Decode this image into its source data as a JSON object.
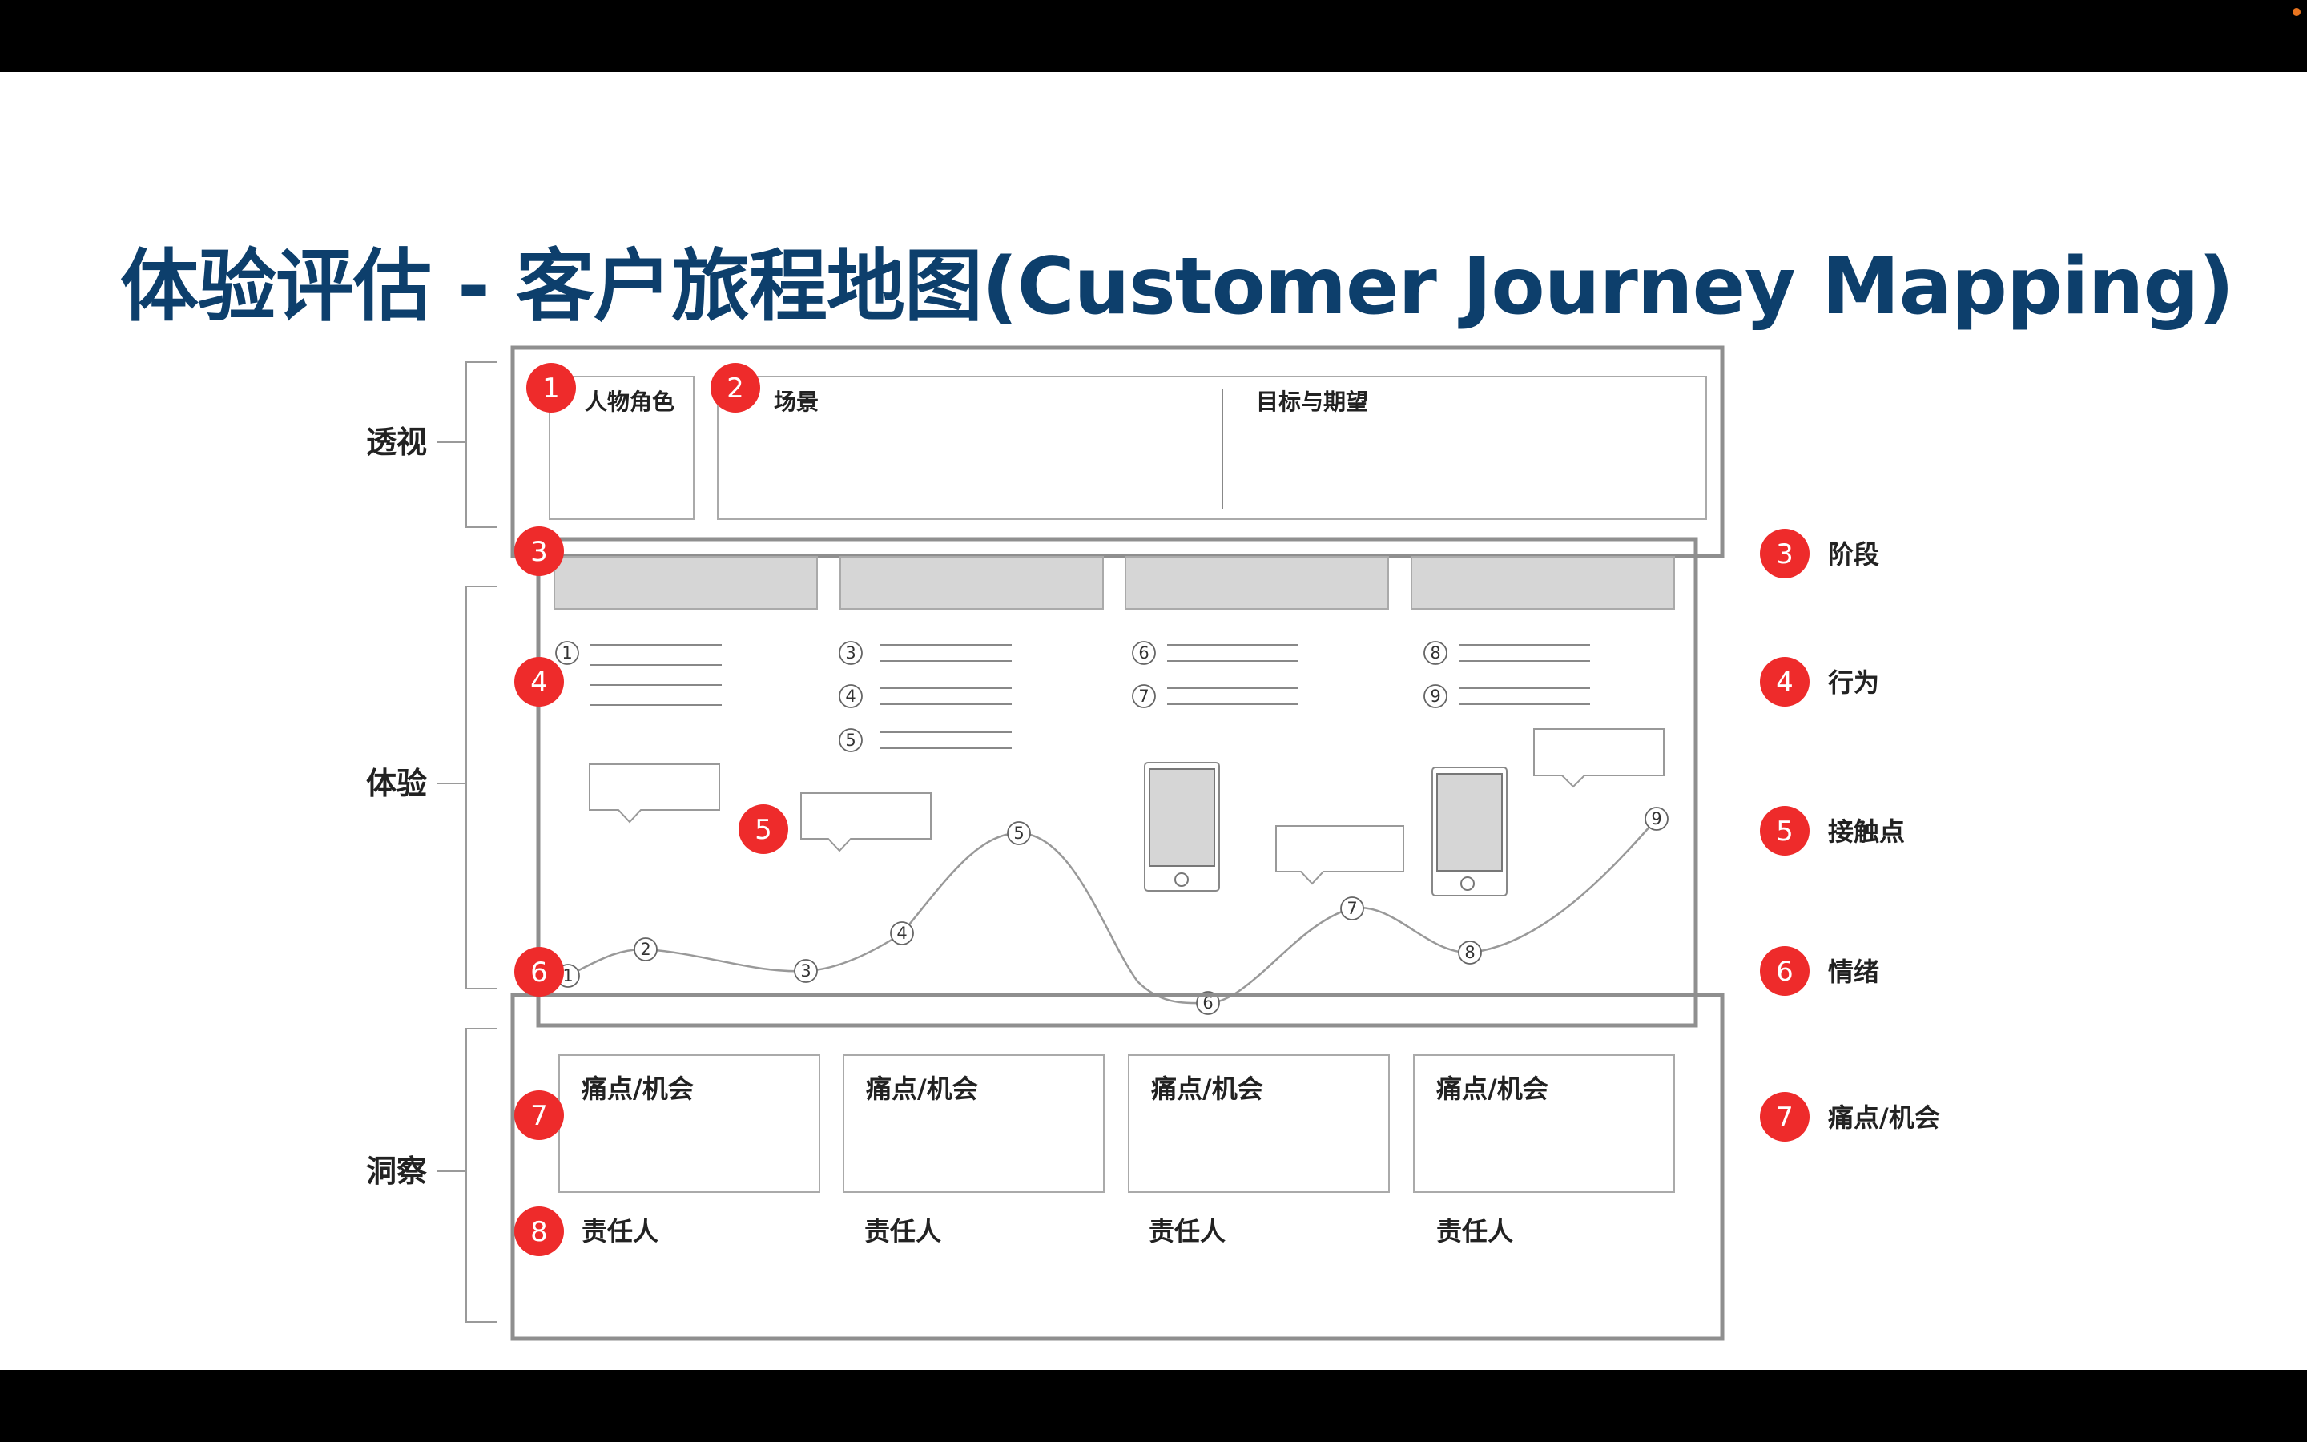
{
  "title": "体验评估 - 客户旅程地图(Customer Journey Mapping)",
  "colors": {
    "title": "#0d3f6c",
    "badge": "#ee2b2b",
    "frame": "#8f8f8f",
    "stage_fill": "#d6d6d6",
    "phone_screen": "#d6d6d6"
  },
  "sections": {
    "perspective": "透视",
    "experience": "体验",
    "insight": "洞察"
  },
  "perspective": {
    "persona": "人物角色",
    "scenario": "场景",
    "goals": "目标与期望"
  },
  "badges": [
    "1",
    "2",
    "3",
    "4",
    "5",
    "6",
    "7",
    "8"
  ],
  "legend": [
    {
      "num": "3",
      "label": "阶段"
    },
    {
      "num": "4",
      "label": "行为"
    },
    {
      "num": "5",
      "label": "接触点"
    },
    {
      "num": "6",
      "label": "情绪"
    },
    {
      "num": "7",
      "label": "痛点/机会"
    }
  ],
  "actions": [
    [
      "1"
    ],
    [
      "3",
      "4",
      "5"
    ],
    [
      "6",
      "7"
    ],
    [
      "8",
      "9"
    ]
  ],
  "emotion_nodes": [
    "1",
    "2",
    "3",
    "4",
    "5",
    "6",
    "7",
    "8",
    "9"
  ],
  "insight": {
    "pain_label": "痛点/机会",
    "owner_label": "责任人"
  }
}
